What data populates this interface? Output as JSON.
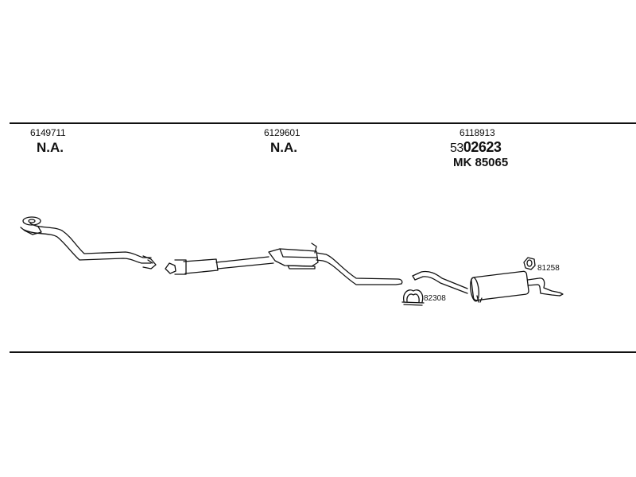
{
  "sections": [
    {
      "part_number": "6149711",
      "status": "N.A."
    },
    {
      "part_number": "6129601",
      "status": "N.A."
    },
    {
      "part_number": "6118913",
      "codes": [
        "5302623",
        "MK 85065"
      ]
    }
  ],
  "code_big_prefix": "53",
  "code_big_rest": "02623",
  "accessories": [
    {
      "label": "82308"
    },
    {
      "label": "81258"
    }
  ]
}
